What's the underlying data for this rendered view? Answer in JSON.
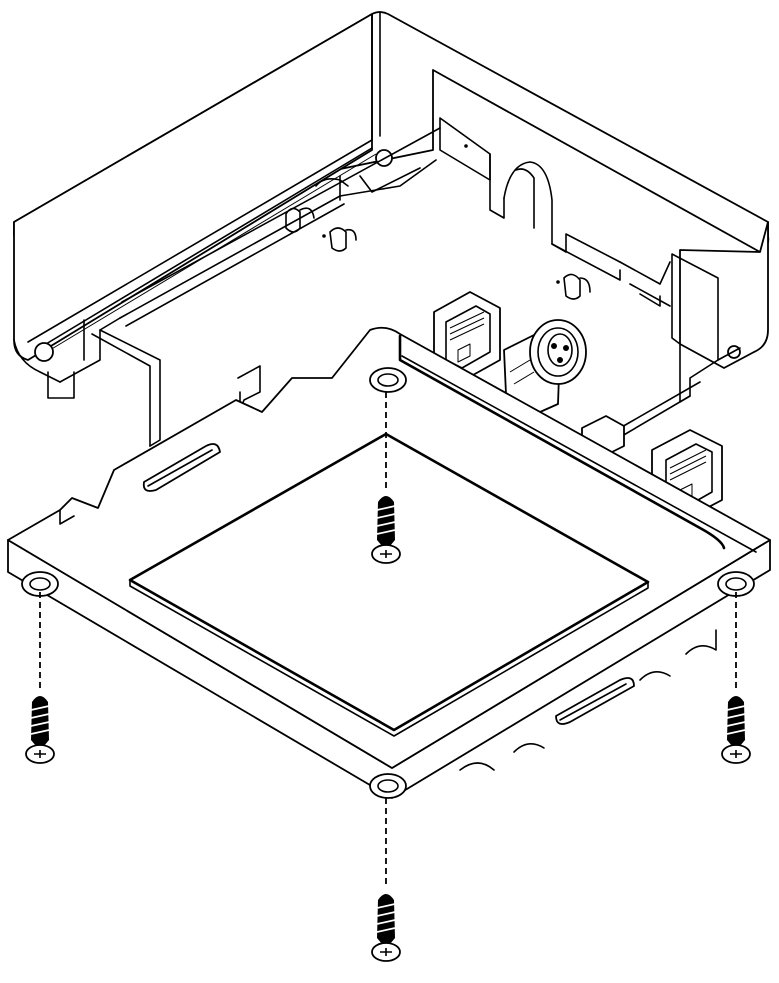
{
  "figure": {
    "kind": "exploded-assembly-line-drawing",
    "parts": [
      {
        "name": "enclosure-box",
        "icon": "box-housing"
      },
      {
        "name": "mounting-plate",
        "icon": "square-plate"
      },
      {
        "name": "screw",
        "icon": "screw-icon",
        "count": 4
      },
      {
        "name": "rj45-port",
        "icon": "ethernet-port-icon",
        "count": 2
      },
      {
        "name": "round-connector",
        "icon": "circular-connector-icon",
        "count": 1
      }
    ],
    "line_color": "#000000",
    "background": "#ffffff"
  }
}
